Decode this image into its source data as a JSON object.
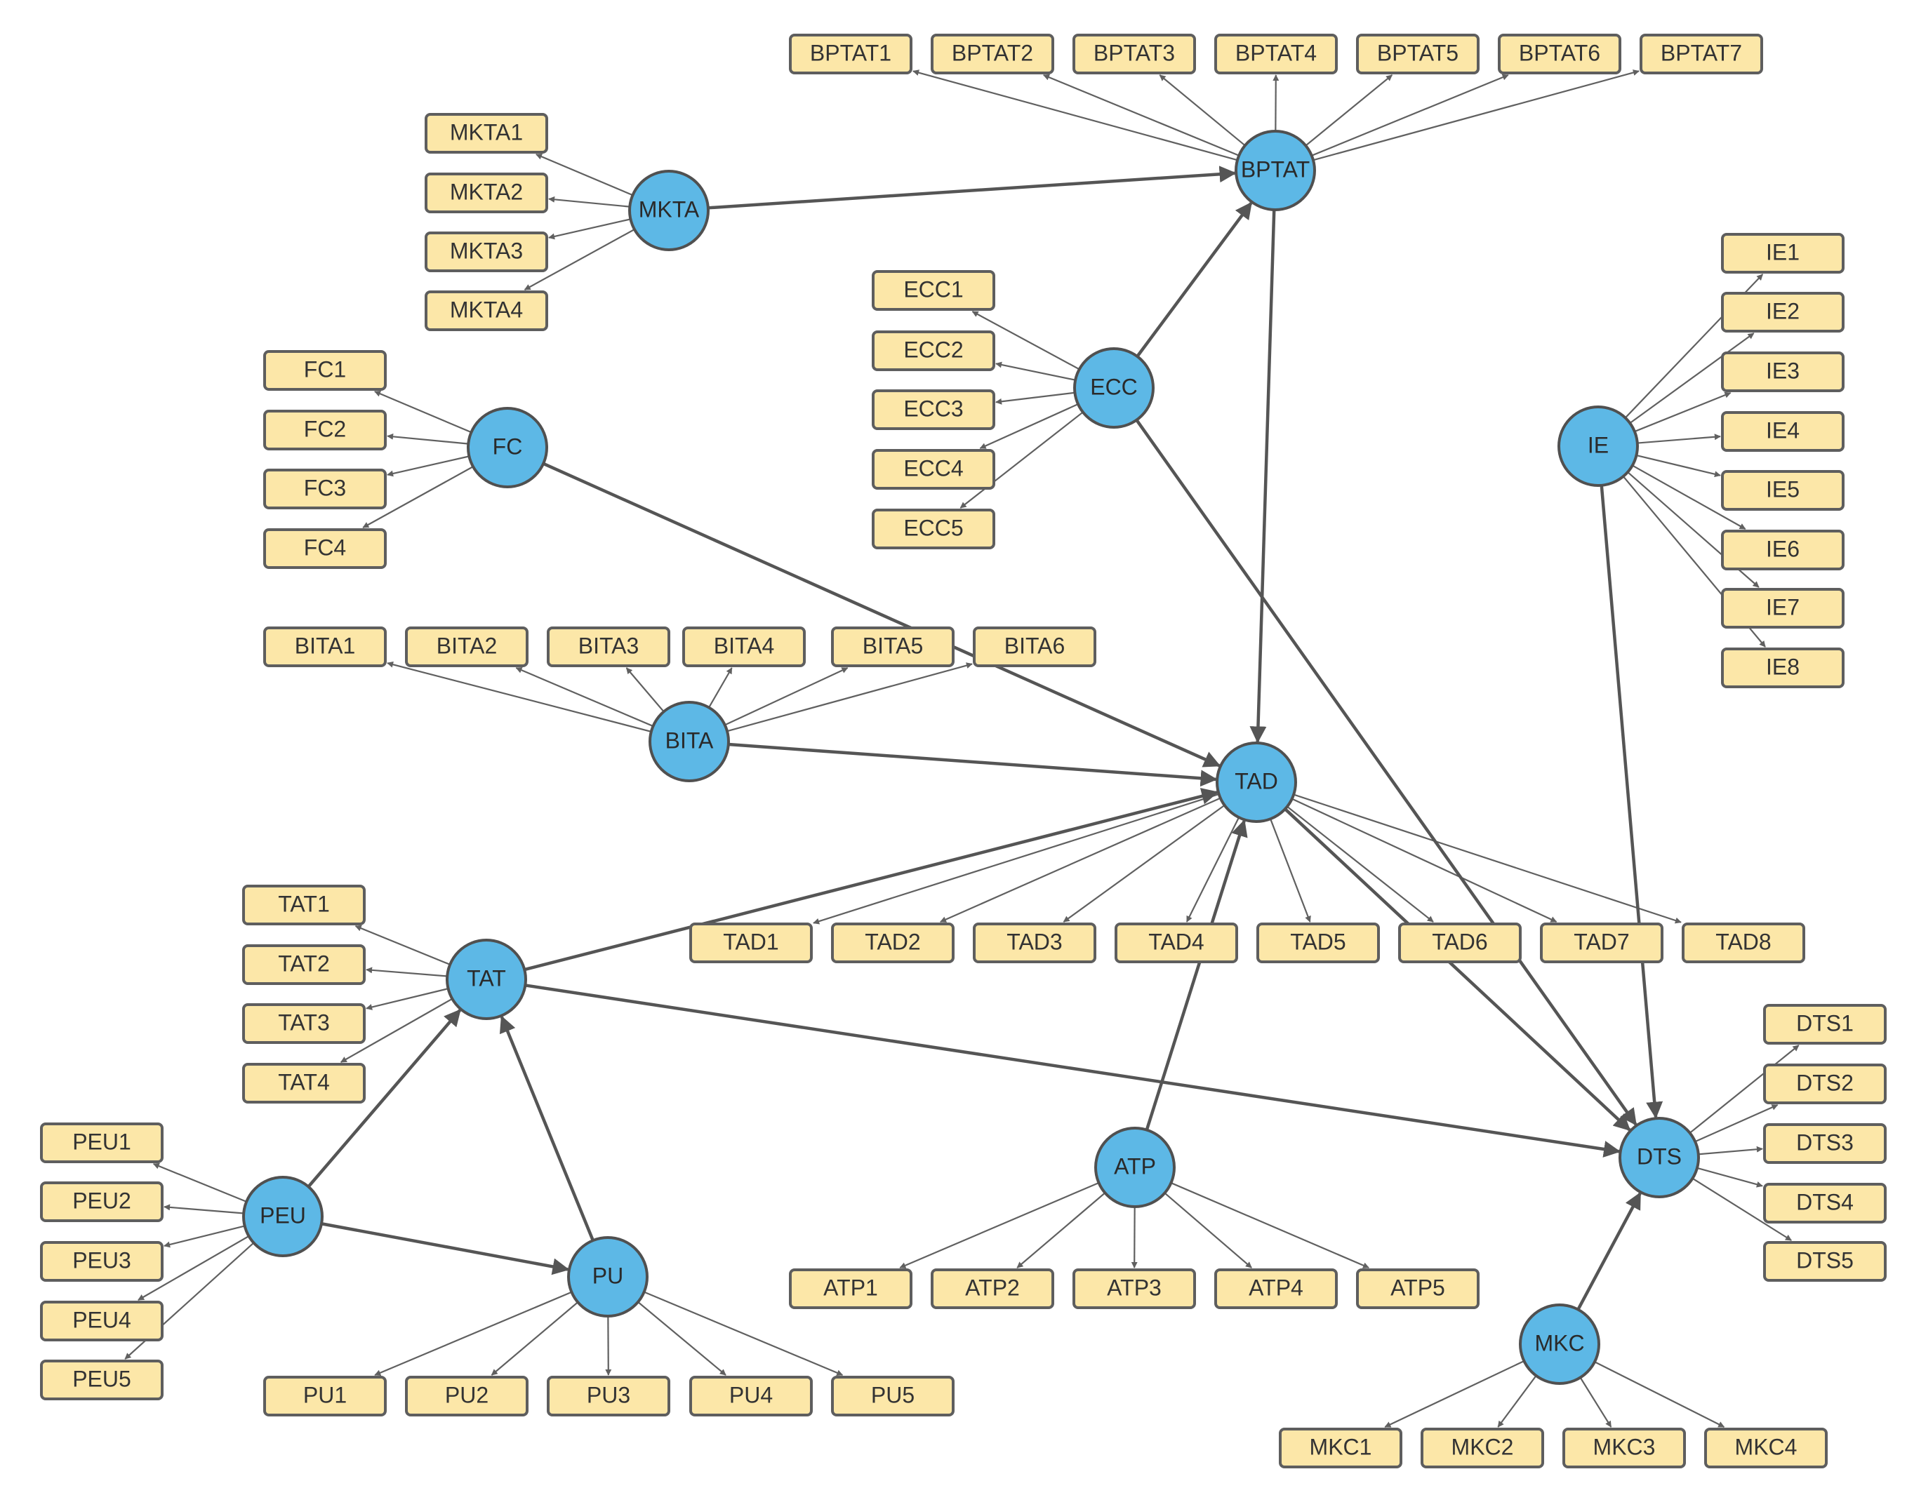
{
  "colors": {
    "latent_fill": "#5DB8E6",
    "indicator_fill": "#FCE7A8",
    "stroke": "#5E5E5E"
  },
  "latents": [
    {
      "id": "MKTA",
      "label": "MKTA"
    },
    {
      "id": "BPTAT",
      "label": "BPTAT"
    },
    {
      "id": "ECC",
      "label": "ECC"
    },
    {
      "id": "FC",
      "label": "FC"
    },
    {
      "id": "IE",
      "label": "IE"
    },
    {
      "id": "BITA",
      "label": "BITA"
    },
    {
      "id": "TAD",
      "label": "TAD"
    },
    {
      "id": "TAT",
      "label": "TAT"
    },
    {
      "id": "DTS",
      "label": "DTS"
    },
    {
      "id": "ATP",
      "label": "ATP"
    },
    {
      "id": "PEU",
      "label": "PEU"
    },
    {
      "id": "PU",
      "label": "PU"
    },
    {
      "id": "MKC",
      "label": "MKC"
    }
  ],
  "indicators": [
    {
      "latent": "BPTAT",
      "items": [
        "BPTAT1",
        "BPTAT2",
        "BPTAT3",
        "BPTAT4",
        "BPTAT5",
        "BPTAT6",
        "BPTAT7"
      ]
    },
    {
      "latent": "MKTA",
      "items": [
        "MKTA1",
        "MKTA2",
        "MKTA3",
        "MKTA4"
      ]
    },
    {
      "latent": "FC",
      "items": [
        "FC1",
        "FC2",
        "FC3",
        "FC4"
      ]
    },
    {
      "latent": "ECC",
      "items": [
        "ECC1",
        "ECC2",
        "ECC3",
        "ECC4",
        "ECC5"
      ]
    },
    {
      "latent": "IE",
      "items": [
        "IE1",
        "IE2",
        "IE3",
        "IE4",
        "IE5",
        "IE6",
        "IE7",
        "IE8"
      ]
    },
    {
      "latent": "BITA",
      "items": [
        "BITA1",
        "BITA2",
        "BITA3",
        "BITA4",
        "BITA5",
        "BITA6"
      ]
    },
    {
      "latent": "TAD",
      "items": [
        "TAD1",
        "TAD2",
        "TAD3",
        "TAD4",
        "TAD5",
        "TAD6",
        "TAD7",
        "TAD8"
      ]
    },
    {
      "latent": "TAT",
      "items": [
        "TAT1",
        "TAT2",
        "TAT3",
        "TAT4"
      ]
    },
    {
      "latent": "PEU",
      "items": [
        "PEU1",
        "PEU2",
        "PEU3",
        "PEU4",
        "PEU5"
      ]
    },
    {
      "latent": "PU",
      "items": [
        "PU1",
        "PU2",
        "PU3",
        "PU4",
        "PU5"
      ]
    },
    {
      "latent": "ATP",
      "items": [
        "ATP1",
        "ATP2",
        "ATP3",
        "ATP4",
        "ATP5"
      ]
    },
    {
      "latent": "DTS",
      "items": [
        "DTS1",
        "DTS2",
        "DTS3",
        "DTS4",
        "DTS5"
      ]
    },
    {
      "latent": "MKC",
      "items": [
        "MKC1",
        "MKC2",
        "MKC3",
        "MKC4"
      ]
    }
  ],
  "paths": [
    {
      "from": "MKTA",
      "to": "BPTAT"
    },
    {
      "from": "ECC",
      "to": "BPTAT"
    },
    {
      "from": "BPTAT",
      "to": "TAD"
    },
    {
      "from": "FC",
      "to": "TAD"
    },
    {
      "from": "BITA",
      "to": "TAD"
    },
    {
      "from": "TAT",
      "to": "TAD"
    },
    {
      "from": "ATP",
      "to": "TAD"
    },
    {
      "from": "ECC",
      "to": "DTS"
    },
    {
      "from": "IE",
      "to": "DTS"
    },
    {
      "from": "TAD",
      "to": "DTS"
    },
    {
      "from": "TAT",
      "to": "DTS"
    },
    {
      "from": "MKC",
      "to": "DTS"
    },
    {
      "from": "PEU",
      "to": "TAT"
    },
    {
      "from": "PU",
      "to": "TAT"
    },
    {
      "from": "PEU",
      "to": "PU"
    }
  ]
}
